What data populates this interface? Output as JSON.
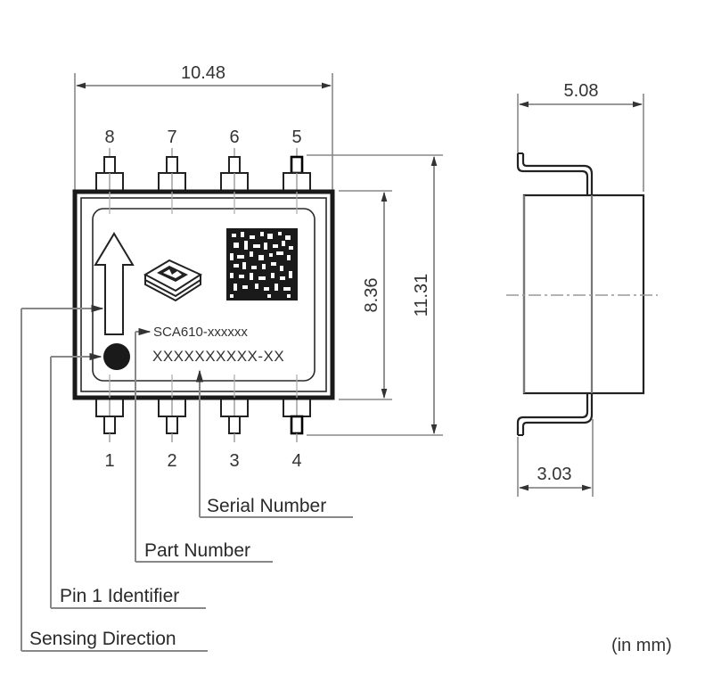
{
  "diagram": {
    "top_view": {
      "dimensions": {
        "width": "10.48",
        "body_height": "8.36",
        "total_height": "11.31"
      },
      "pins_top": [
        "8",
        "7",
        "6",
        "5"
      ],
      "pins_bottom": [
        "1",
        "2",
        "3",
        "4"
      ],
      "marking": {
        "part_number_text": "SCA610-xxxxxx",
        "serial_number_text": "XXXXXXXXXX-XX"
      },
      "icons": {
        "direction_arrow": "up-arrow-icon",
        "logo": "manufacturer-logo-icon",
        "datamatrix": "datamatrix-code-icon",
        "pin1_dot": "pin1-dot-icon"
      }
    },
    "side_view": {
      "dimensions": {
        "width": "5.08",
        "lead_offset": "3.03"
      }
    },
    "callouts": {
      "serial_number": "Serial Number",
      "part_number": "Part Number",
      "pin1_identifier": "Pin 1 Identifier",
      "sensing_direction": "Sensing Direction"
    },
    "units": "(in mm)"
  }
}
